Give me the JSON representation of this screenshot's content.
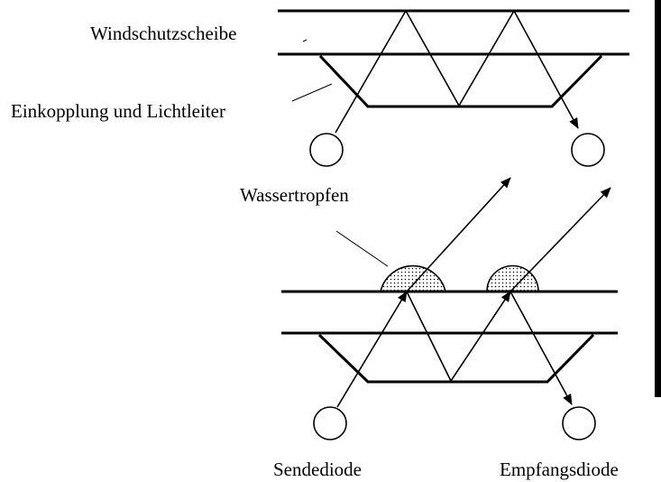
{
  "labels": {
    "windshield": "Windschutzscheibe",
    "coupling": "Einkopplung und Lichtleiter",
    "droplets": "Wassertropfen",
    "sender": "Sendediode",
    "receiver": "Empfangsdiode"
  },
  "colors": {
    "ink": "#000000",
    "background": "#ffffff",
    "right_panel": "#000000"
  }
}
